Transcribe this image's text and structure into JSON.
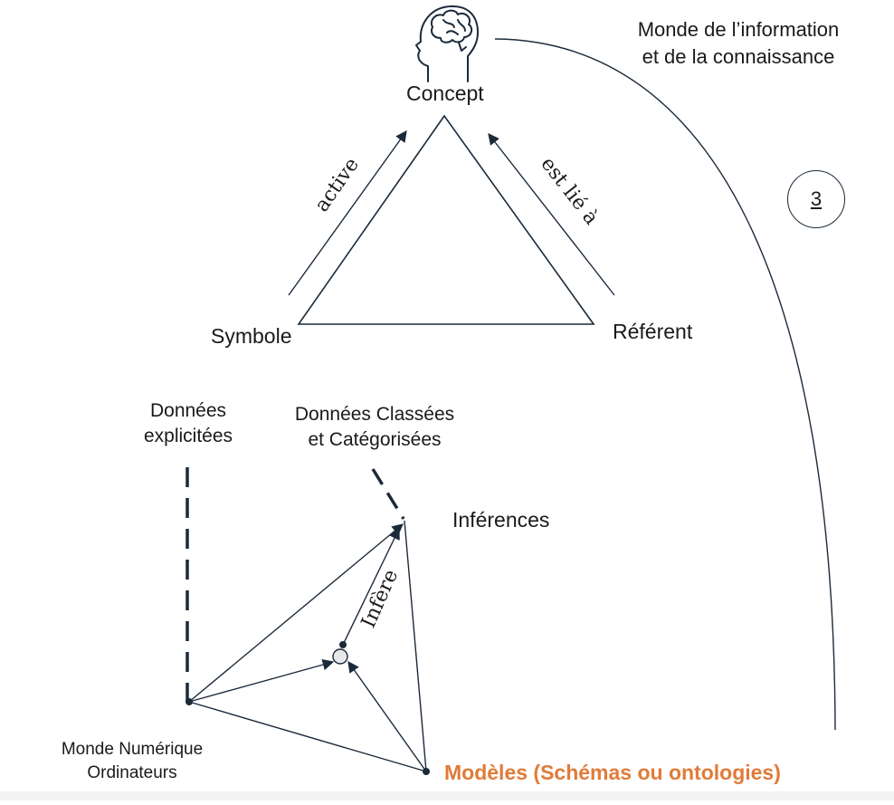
{
  "colors": {
    "ink": "#1b2a3a",
    "accent": "#e07b39",
    "node_fill": "#e6e8ea"
  },
  "icons": {
    "head": "head-with-brain-icon"
  },
  "semiotic_triangle": {
    "concept": "Concept",
    "symbol": "Symbole",
    "referent": "Référent",
    "edge_left": "active",
    "edge_right": "est lié à"
  },
  "world_info": {
    "line1": "Monde de l’information",
    "line2": "et de la connaissance"
  },
  "badge": "3",
  "data_explicit": {
    "line1": "Données",
    "line2": "explicitées"
  },
  "data_classified": {
    "line1": "Données Classées",
    "line2": "et Catégorisées"
  },
  "inferences": "Inférences",
  "infers_label": "Infère",
  "digital_world": {
    "line1": "Monde Numérique",
    "line2": "Ordinateurs"
  },
  "models": "Modèles (Schémas ou ontologies)"
}
